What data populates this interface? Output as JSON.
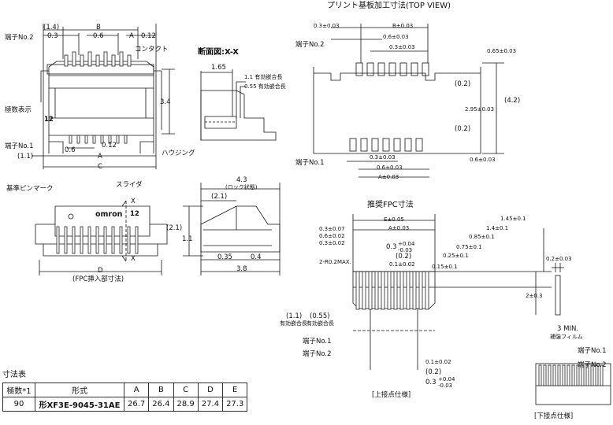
{
  "views": {
    "front": {
      "pitch_labels": [
        "(1.4)",
        "B",
        "0.3",
        "0.6",
        "A",
        "0.12"
      ],
      "callouts": [
        "端子No.2",
        "コンタクト",
        "極数表示",
        "12",
        "端子No.1",
        "ハウジング"
      ],
      "height": "3.4",
      "bottom_dims": [
        "0.6",
        "0.12",
        "(1.1)",
        "A",
        "C"
      ]
    },
    "section": {
      "title": "断面図:X-X",
      "dims": [
        "1.65",
        "1.1 有効嵌合長",
        "0.55 有効嵌合長"
      ]
    },
    "pcb": {
      "title": "プリント基板加工寸法(TOP VIEW)",
      "top_dims": [
        "0.3±0.03",
        "B±0.03",
        "0.6±0.03",
        "0.3±0.03"
      ],
      "callouts": [
        "端子No.2",
        "端子No.1"
      ],
      "right_dims": [
        "0.65±0.03",
        "(0.2)",
        "2.95±0.03",
        "(4.2)",
        "(0.2)",
        "0.6±0.03"
      ],
      "bottom_dims": [
        "0.3±0.03",
        "0.6±0.03",
        "A±0.03"
      ]
    },
    "top": {
      "callouts": [
        "基準ピンマーク",
        "スライダ"
      ],
      "logo": "omron",
      "pole_mark": "12",
      "section_marks": [
        "X",
        "X"
      ],
      "bottom_dim": "D",
      "bottom_caption": "(FPC挿入部寸法)"
    },
    "side": {
      "dims": [
        "4.3",
        "(ロック状態)",
        "(2.1)",
        "(2.1)",
        "1.1",
        "0.35",
        "0.4",
        "3.8"
      ]
    },
    "fpc": {
      "title": "推奨FPC寸法",
      "top_dims": [
        "E±0.05",
        "A±0.03",
        "0.3±0.07",
        "0.6±0.02",
        "0.3±0.02"
      ],
      "inner_dims": [
        "0.3",
        "+0.04",
        "-0.03",
        "(0.2)",
        "0.1±0.02",
        "0.15±0.1",
        "0.25±0.1"
      ],
      "right_dims": [
        "1.45±0.1",
        "1.4±0.1",
        "0.85±0.1",
        "0.75±0.1",
        "2±0.3"
      ],
      "left_labels": [
        "2-R0.2MAX.",
        "(1.1)",
        "(0.55)",
        "有効嵌合長",
        "有効嵌合長",
        "端子No.1",
        "端子No.2"
      ],
      "bottom_dims": [
        "0.1±0.02",
        "(0.2)",
        "0.3",
        "+0.04",
        "-0.03"
      ],
      "caption": "[上接点仕様]"
    },
    "stiffener": {
      "thickness": "0.2±0.03",
      "min": "3 MIN.",
      "label": "補強フィルム"
    },
    "bottom_contact": {
      "labels": [
        "端子No.1",
        "端子No.2"
      ],
      "caption": "[下接点仕様]"
    }
  },
  "table": {
    "title": "寸法表",
    "headers": [
      "極数*1",
      "形式",
      "A",
      "B",
      "C",
      "D",
      "E"
    ],
    "rows": [
      [
        "90",
        "形XF3E-9045-31AE",
        "26.7",
        "26.4",
        "28.9",
        "27.4",
        "27.3"
      ]
    ]
  }
}
